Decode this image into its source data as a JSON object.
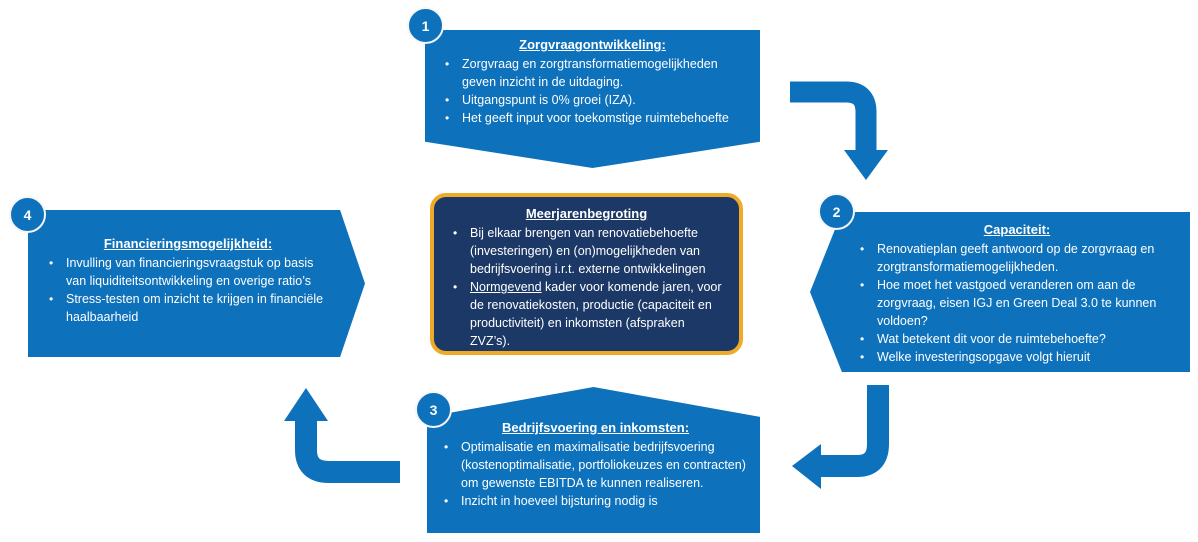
{
  "colors": {
    "primary_blue": "#0D71BC",
    "navy_fill": "#1B3866",
    "gold_border": "#EFAA28",
    "text_white": "#FFFFFF"
  },
  "center_box": {
    "title": "Meerjarenbegroting",
    "bullet_1": "Bij elkaar brengen van renovatiebehoefte (investeringen) en (on)mogelijkheden van bedrijfsvoering i.r.t. externe ontwikkelingen",
    "bullet_2_underlined": "Normgevend",
    "bullet_2_rest": " kader voor komende jaren, voor de renovatiekosten, productie (capaciteit en productiviteit) en inkomsten (afspraken ZVZ’s)."
  },
  "steps": [
    {
      "number": "1",
      "title": "Zorgvraagontwikkeling:",
      "bullets": [
        "Zorgvraag en zorgtransformatiemogelijkheden geven inzicht in de uitdaging.",
        "Uitgangspunt is 0% groei (IZA).",
        "Het geeft input voor toekomstige ruimtebehoefte"
      ]
    },
    {
      "number": "2",
      "title": "Capaciteit:",
      "bullets": [
        "Renovatieplan geeft antwoord op de zorgvraag en zorgtransformatiemogelijkheden.",
        "Hoe moet het vastgoed veranderen om aan de zorgvraag, eisen IGJ en Green Deal 3.0 te kunnen voldoen?",
        "Wat betekent dit voor de ruimtebehoefte?",
        "Welke investeringsopgave volgt hieruit"
      ]
    },
    {
      "number": "3",
      "title": "Bedrijfsvoering en inkomsten:",
      "bullets": [
        "Optimalisatie en maximalisatie bedrijfsvoering (kostenoptimalisatie, portfoliokeuzes en contracten) om gewenste EBITDA te kunnen realiseren.",
        "Inzicht in hoeveel bijsturing nodig is"
      ]
    },
    {
      "number": "4",
      "title": "Financieringsmogelijkheid:",
      "bullets": [
        "Invulling van financieringsvraagstuk op basis van liquiditeitsontwikkeling en overige ratio’s",
        "Stress-testen om inzicht te krijgen in financiële haalbaarheid"
      ]
    }
  ]
}
